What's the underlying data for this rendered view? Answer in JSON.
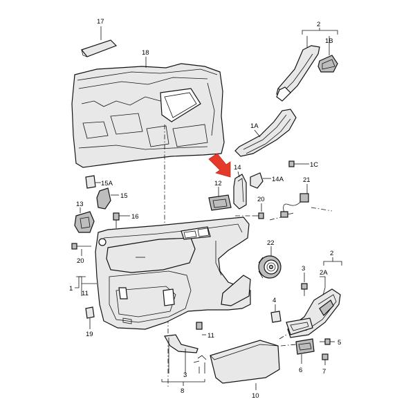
{
  "diagram": {
    "labels": {
      "p1": "1",
      "p1A": "1A",
      "p1B": "1B",
      "p1C": "1C",
      "p2a": "2",
      "p2b": "2",
      "p2A": "2A",
      "p3a": "3",
      "p3b": "3",
      "p4": "4",
      "p5": "5",
      "p6": "6",
      "p7": "7",
      "p8": "8",
      "p10": "10",
      "p11a": "11",
      "p11b": "11",
      "p12": "12",
      "p13": "13",
      "p14": "14",
      "p14A": "14A",
      "p15": "15",
      "p15A": "15A",
      "p16": "16",
      "p17": "17",
      "p18": "18",
      "p19": "19",
      "p20a": "20",
      "p20b": "20",
      "p21": "21",
      "p22": "22"
    },
    "colors": {
      "arrow": "#e53a2a",
      "line": "#111111",
      "fill": "#e8e8e8"
    }
  }
}
